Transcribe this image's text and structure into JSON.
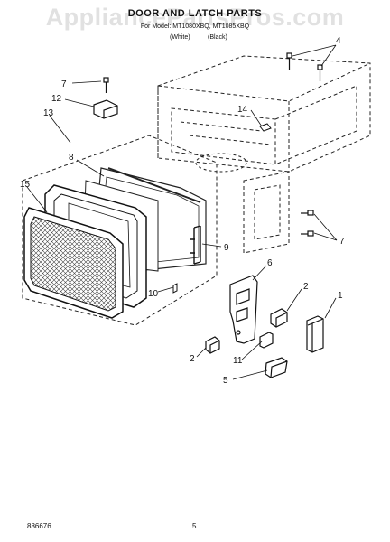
{
  "header": {
    "title": "DOOR AND LATCH PARTS",
    "subtitle": "For Model: MT1080XBQ, MT1085XBQ",
    "variants": [
      "(White)",
      "(Black)"
    ]
  },
  "watermark": "AppliancePartsPros.com",
  "footer": {
    "doc_number": "886676",
    "page_number": "5"
  },
  "callouts": [
    "1",
    "2",
    "2",
    "4",
    "5",
    "6",
    "7",
    "7",
    "8",
    "9",
    "10",
    "11",
    "12",
    "13",
    "14",
    "15"
  ]
}
